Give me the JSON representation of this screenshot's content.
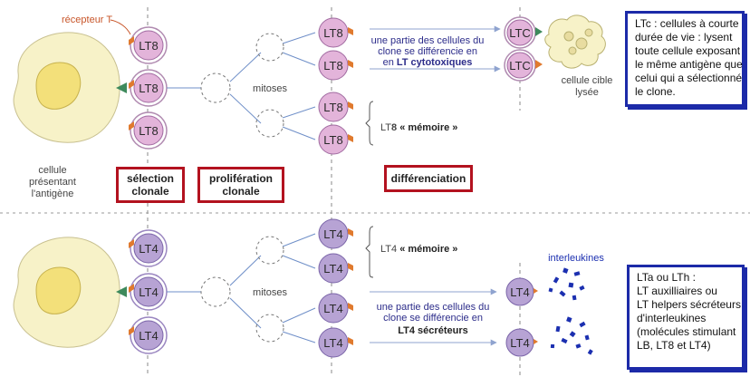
{
  "labels": {
    "receptor": "récepteur T",
    "apc": [
      "cellule",
      "présentant",
      "l'antigène"
    ],
    "mitoses": "mitoses",
    "target_cell": [
      "cellule cible",
      "lysée"
    ],
    "interleukins": "interleukines"
  },
  "cells": {
    "lt8": "LT8",
    "ltc": "LTC",
    "lt4": "LT4"
  },
  "steps": {
    "selection": [
      "sélection",
      "clonale"
    ],
    "proliferation": [
      "prolifération",
      "clonale"
    ],
    "differentiation": "différenciation"
  },
  "top": {
    "diff_line1": "une partie des cellules du",
    "diff_line2": "clone se différencie en",
    "diff_line3_pre": "en ",
    "diff_line3_bold": "LT cytotoxiques",
    "memory_pre": "LT",
    "memory_num": "8",
    "memory_bold": " « mémoire »"
  },
  "bottom": {
    "memory_pre": "LT4",
    "memory_bold": " « mémoire »",
    "diff_line1": "une partie des cellules du",
    "diff_line2": "clone se différencie en",
    "diff_line3_bold": "LT4 sécréteurs"
  },
  "notes": {
    "ltc": [
      "LTc : cellules à courte",
      "durée de vie : lysent",
      "toute cellule exposant",
      "le même antigène que",
      "celui qui a sélectionné",
      "le clone."
    ],
    "lta": [
      "LTa ou LTh :",
      "LT auxilliaires ou",
      "LT helpers sécréteurs",
      "d'interleukines",
      "(molécules stimulant",
      "LB, LT8 et LT4)"
    ]
  },
  "colors": {
    "lt8_fill": "#e3b4da",
    "lt4_fill": "#b7a3d4",
    "apc_fill": "#f7f2c8",
    "nucleus_fill": "#f3e07a",
    "receptor": "#e07a2e",
    "antigen": "#3e8a5c",
    "box_red": "#b3121f",
    "box_blue": "#1c2aa8",
    "interleukin": "#1b2fb0"
  }
}
